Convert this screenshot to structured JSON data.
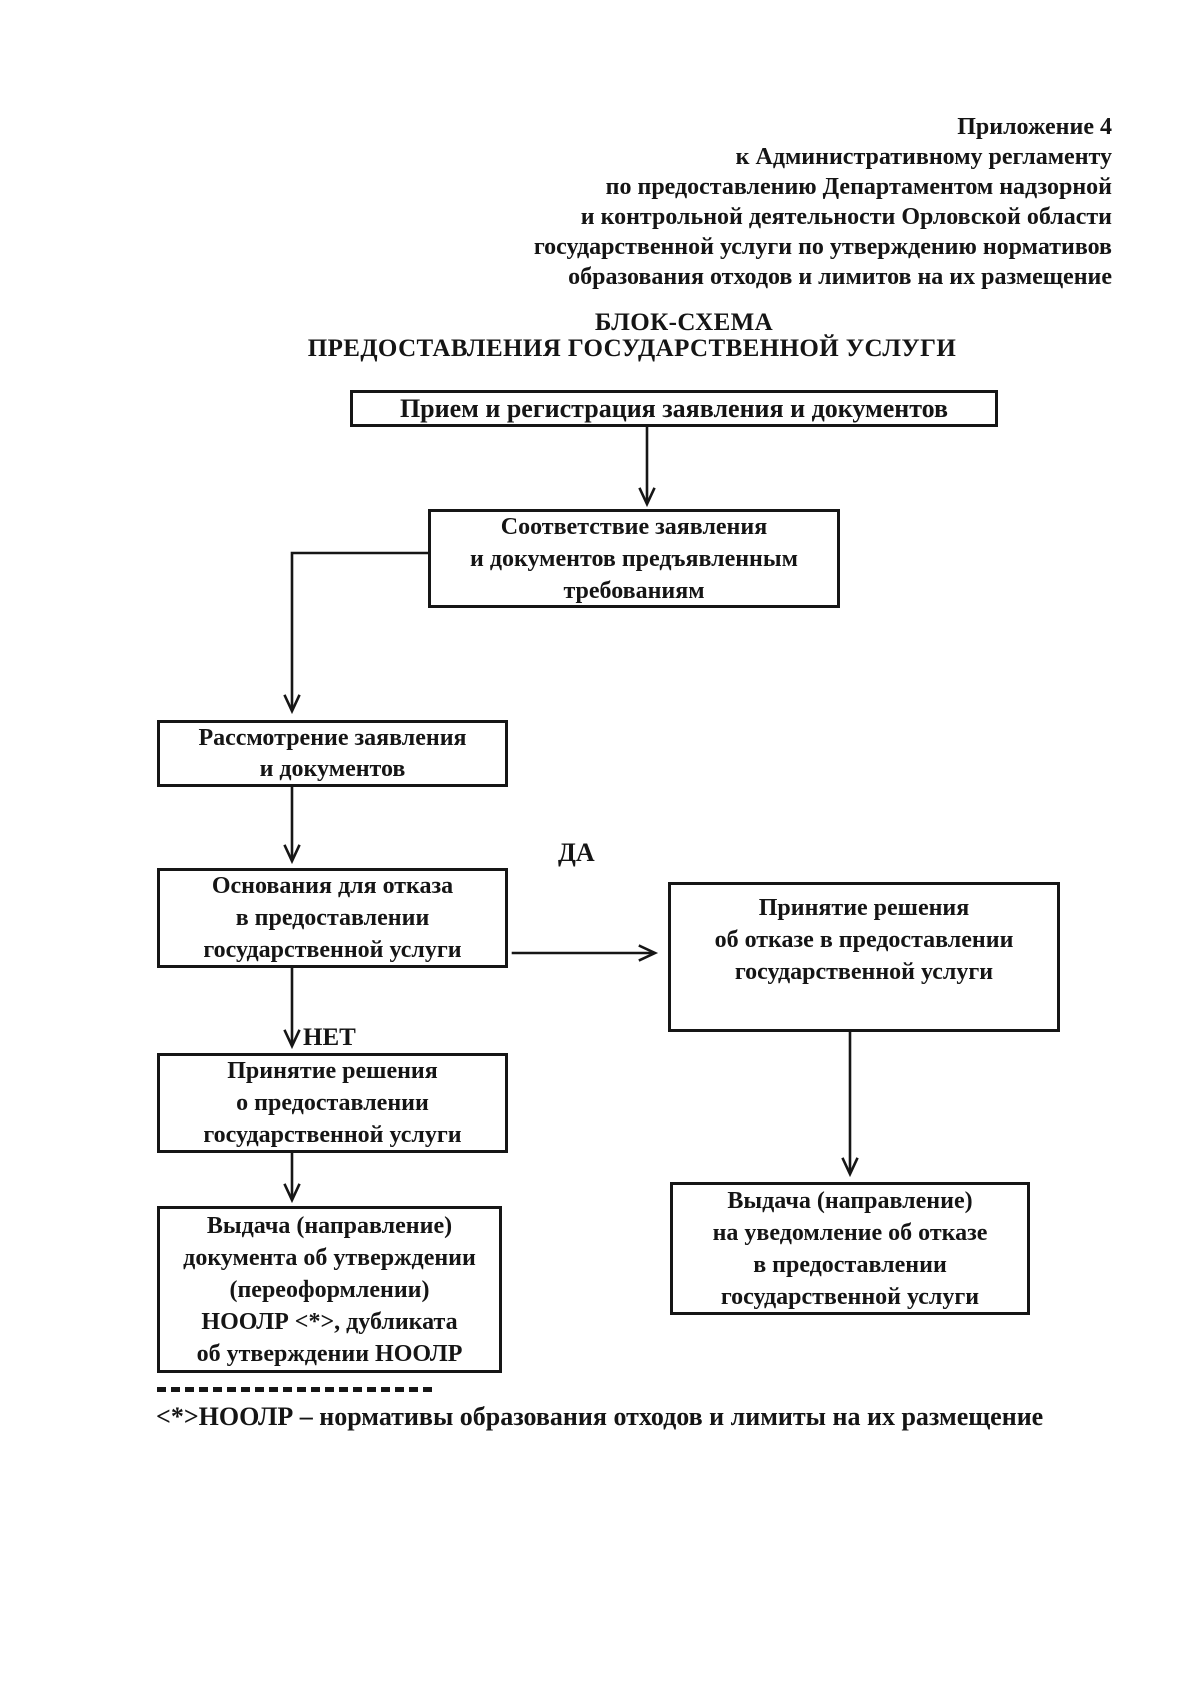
{
  "colors": {
    "ink": "#161616",
    "paper": "#ffffff"
  },
  "header": {
    "lines": [
      "Приложение 4",
      "к Административному регламенту",
      "по предоставлению Департаментом надзорной",
      "и контрольной деятельности Орловской области",
      "государственной услуги по утверждению нормативов",
      "образования отходов и лимитов на их размещение"
    ]
  },
  "title": {
    "line1": "БЛОК-СХЕМА",
    "line2": "ПРЕДОСТАВЛЕНИЯ ГОСУДАРСТВЕННОЙ УСЛУГИ"
  },
  "flowchart": {
    "boxes": {
      "receive": {
        "text": "Прием и регистрация заявления и документов"
      },
      "compliance": {
        "text": "Соответствие заявления\nи документов предъявленным\nтребованиям"
      },
      "review": {
        "text": "Рассмотрение заявления\nи документов"
      },
      "refusal_grounds": {
        "text": "Основания для отказа\nв предоставлении\nгосударственной услуги"
      },
      "refusal_decision": {
        "text": "Принятие решения\nоб отказе в предоставлении\nгосударственной услуги"
      },
      "grant_decision": {
        "text": "Принятие решения\nо предоставлении\nгосударственной услуги"
      },
      "issue_document": {
        "text": "Выдача (направление)\nдокумента об утверждении\n(переоформлении)\nНООЛР <*>, дубликата\nоб утверждении НООЛР"
      },
      "issue_refusal_notice": {
        "text": "Выдача (направление)\nна уведомление об отказе\nв предоставлении\nгосударственной услуги"
      }
    },
    "branch_labels": {
      "yes": "ДА",
      "no": "НЕТ"
    }
  },
  "footnote": {
    "text": "<*>НООЛР – нормативы образования отходов и лимиты на их размещение"
  }
}
